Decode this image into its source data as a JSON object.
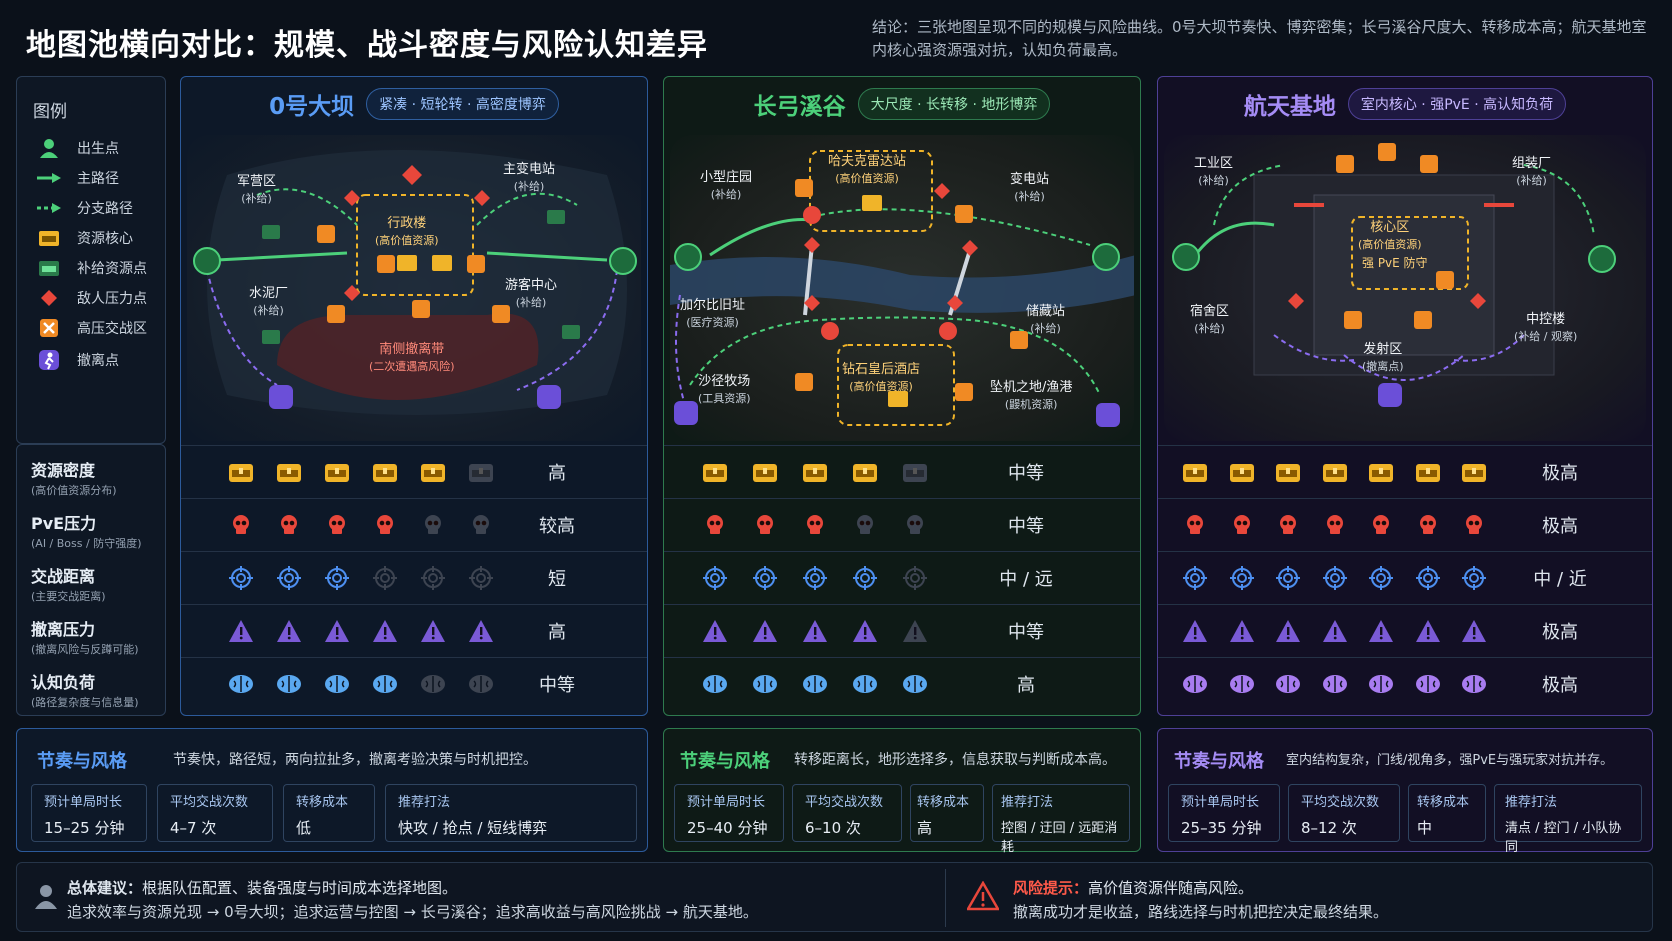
{
  "title": "地图池横向对比：规模、战斗密度与风险认知差异",
  "conclusion": "结论：三张地图呈现不同的规模与风险曲线。0号大坝节奏快、博弈密集；长弓溪谷尺度大、转移成本高；航天基地室内核心强资源强对抗，认知负荷最高。",
  "legend": {
    "title": "图例",
    "items": [
      {
        "label": "出生点",
        "icon": "spawn-icon"
      },
      {
        "label": "主路径",
        "icon": "main-path-icon"
      },
      {
        "label": "分支路径",
        "icon": "branch-path-icon"
      },
      {
        "label": "资源核心",
        "icon": "resource-core-icon"
      },
      {
        "label": "补给资源点",
        "icon": "supply-icon"
      },
      {
        "label": "敌人压力点",
        "icon": "enemy-pressure-icon"
      },
      {
        "label": "高压交战区",
        "icon": "combat-zone-icon"
      },
      {
        "label": "撤离点",
        "icon": "extract-icon"
      }
    ]
  },
  "metric_labels": [
    {
      "name": "资源密度",
      "sub": "(高价值资源分布)"
    },
    {
      "name": "PvE压力",
      "sub": "(AI / Boss / 防守强度)"
    },
    {
      "name": "交战距离",
      "sub": "(主要交战距离)"
    },
    {
      "name": "撤离压力",
      "sub": "(撤离风险与反蹲可能)"
    },
    {
      "name": "认知负荷",
      "sub": "(路径复杂度与信息量)"
    }
  ],
  "colors": {
    "blue": "#4d8ff0",
    "green": "#4cd07a",
    "purple": "#9a7cf0",
    "red": "#e8473b",
    "gold": "#f0b429"
  },
  "maps": [
    {
      "name": "0号大坝",
      "tags": "紧凑 · 短轮转 · 高密度博弈",
      "accent": "#4d8ff0",
      "labels": [
        {
          "t": "军营区",
          "s": "(补给)"
        },
        {
          "t": "行政楼",
          "s": "(高价值资源)"
        },
        {
          "t": "主变电站",
          "s": "(补给)"
        },
        {
          "t": "水泥厂",
          "s": "(补给)"
        },
        {
          "t": "游客中心",
          "s": "(补给)"
        },
        {
          "t": "南侧撤离带",
          "s": "(二次遭遇高风险)"
        }
      ],
      "metrics": [
        {
          "filled": 5,
          "total": 6,
          "value": "高"
        },
        {
          "filled": 4,
          "total": 6,
          "value": "较高"
        },
        {
          "filled": 3,
          "total": 6,
          "value": "短"
        },
        {
          "filled": 6,
          "total": 6,
          "value": "高"
        },
        {
          "filled": 4,
          "total": 6,
          "value": "中等"
        }
      ],
      "style_title": "节奏与风格",
      "style_desc": "节奏快，路径短，两向拉扯多，撤离考验决策与时机把控。",
      "stats": [
        {
          "k": "预计单局时长",
          "v": "15–25 分钟"
        },
        {
          "k": "平均交战次数",
          "v": "4–7 次"
        },
        {
          "k": "转移成本",
          "v": "低"
        },
        {
          "k": "推荐打法",
          "v": "快攻 / 抢点 / 短线博弈"
        }
      ]
    },
    {
      "name": "长弓溪谷",
      "tags": "大尺度 · 长转移 · 地形博弈",
      "accent": "#4cd07a",
      "labels": [
        {
          "t": "小型庄园",
          "s": "(补给)"
        },
        {
          "t": "哈夫克雷达站",
          "s": "(高价值资源)"
        },
        {
          "t": "变电站",
          "s": "(补给)"
        },
        {
          "t": "加尔比旧址",
          "s": "(医疗资源)"
        },
        {
          "t": "储藏站",
          "s": "(补给)"
        },
        {
          "t": "沙径牧场",
          "s": "(工具资源)"
        },
        {
          "t": "钻石皇后酒店",
          "s": "(高价值资源)"
        },
        {
          "t": "坠机之地/渔港",
          "s": "(鼹机资源)"
        }
      ],
      "metrics": [
        {
          "filled": 4,
          "total": 5,
          "value": "中等"
        },
        {
          "filled": 3,
          "total": 5,
          "value": "中等"
        },
        {
          "filled": 4,
          "total": 5,
          "value": "中 / 远"
        },
        {
          "filled": 4,
          "total": 5,
          "value": "中等"
        },
        {
          "filled": 5,
          "total": 5,
          "value": "高"
        }
      ],
      "style_title": "节奏与风格",
      "style_desc": "转移距离长，地形选择多，信息获取与判断成本高。",
      "stats": [
        {
          "k": "预计单局时长",
          "v": "25–40 分钟"
        },
        {
          "k": "平均交战次数",
          "v": "6–10 次"
        },
        {
          "k": "转移成本",
          "v": "高"
        },
        {
          "k": "推荐打法",
          "v": "控图 / 迂回 / 远距消耗"
        }
      ]
    },
    {
      "name": "航天基地",
      "tags": "室内核心 · 强PvE · 高认知负荷",
      "accent": "#9a7cf0",
      "labels": [
        {
          "t": "工业区",
          "s": "(补给)"
        },
        {
          "t": "组装厂",
          "s": "(补给)"
        },
        {
          "t": "核心区",
          "s": "(高价值资源)"
        },
        {
          "t": "强 PvE 防守",
          "s": ""
        },
        {
          "t": "宿舍区",
          "s": "(补给)"
        },
        {
          "t": "中控楼",
          "s": "(补给 / 观察)"
        },
        {
          "t": "发射区",
          "s": "(撤离点)"
        }
      ],
      "metrics": [
        {
          "filled": 7,
          "total": 7,
          "value": "极高"
        },
        {
          "filled": 7,
          "total": 7,
          "value": "极高"
        },
        {
          "filled": 7,
          "total": 7,
          "value": "中 / 近"
        },
        {
          "filled": 7,
          "total": 7,
          "value": "极高"
        },
        {
          "filled": 7,
          "total": 7,
          "value": "极高"
        }
      ],
      "style_title": "节奏与风格",
      "style_desc": "室内结构复杂，门线/视角多，强PvE与强玩家对抗并存。",
      "stats": [
        {
          "k": "预计单局时长",
          "v": "25–35 分钟"
        },
        {
          "k": "平均交战次数",
          "v": "8–12 次"
        },
        {
          "k": "转移成本",
          "v": "中"
        },
        {
          "k": "推荐打法",
          "v": "清点 / 控门 / 小队协同"
        }
      ]
    }
  ],
  "footer": {
    "advice_title": "总体建议：",
    "advice_line1": "根据队伍配置、装备强度与时间成本选择地图。",
    "advice_line2": "追求效率与资源兑现 → 0号大坝；追求运营与控图 → 长弓溪谷；追求高收益与高风险挑战 → 航天基地。",
    "risk_title": "风险提示：",
    "risk_line1": "高价值资源伴随高风险。",
    "risk_line2": "撤离成功才是收益，路线选择与时机把控决定最终结果。"
  }
}
